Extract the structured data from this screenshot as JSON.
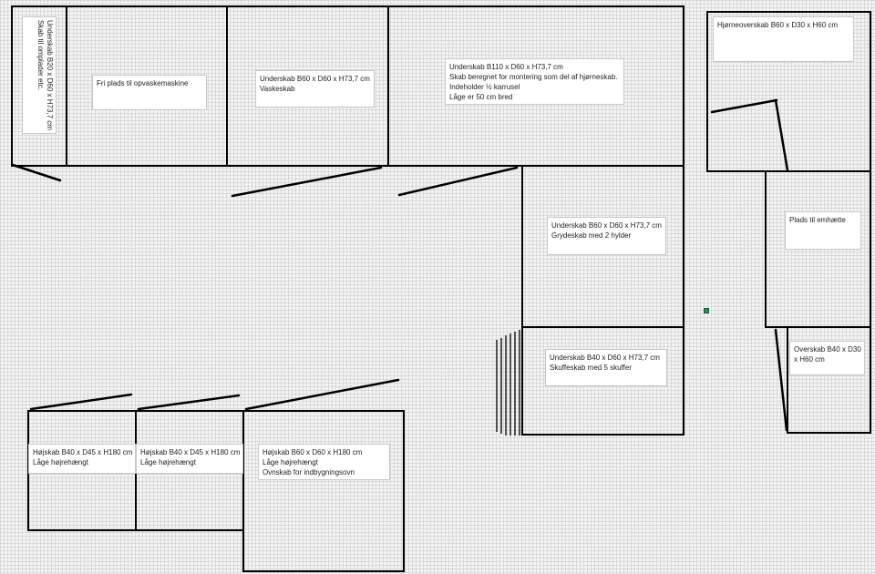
{
  "cabinets": {
    "underskab_b20": {
      "lines": [
        "Underskab B20 x D60 x H73,7 cm",
        "Skab til omplader etc."
      ]
    },
    "fri_opvask": {
      "lines": [
        "Fri plads til opvaskemaskine"
      ]
    },
    "vaskeskab": {
      "lines": [
        "Underskab B60 x D60 x H73,7 cm",
        "Vaskeskab"
      ]
    },
    "hjoerneskab": {
      "lines": [
        "Underskab B110 x D60 x H73,7 cm",
        "Skab beregnet for montering som del af hjørneskab.",
        "Indeholder ½ karrusel",
        "Låge er 50 cm bred"
      ]
    },
    "hjoerneoverskab": {
      "lines": [
        "Hjørneoverskab B60 x D30 x H60 cm"
      ]
    },
    "grydeskab": {
      "lines": [
        "Underskab B60 x D60 x H73,7 cm",
        "Grydeskab med 2 hylder"
      ]
    },
    "emhaette": {
      "lines": [
        "Plads til emhætte"
      ]
    },
    "skuffeskab": {
      "lines": [
        "Underskab B40 x D60 x H73,7 cm",
        "Skuffeskab med 5 skuffer"
      ]
    },
    "overskab_b40": {
      "lines": [
        "Overskab B40 x D30",
        "x H60 cm"
      ]
    },
    "hoejskab_1": {
      "lines": [
        "Højskab B40 x D45 x H180 cm",
        "Låge højrehængt"
      ]
    },
    "hoejskab_2": {
      "lines": [
        "Højskab B40 x D45 x H180 cm",
        "Låge højrehængt"
      ]
    },
    "hoejskab_ovn": {
      "lines": [
        "Højskab B60 x D60 x H180 cm",
        "Låge højrehængt",
        "Ovnskab for indbygningsovn"
      ]
    }
  }
}
